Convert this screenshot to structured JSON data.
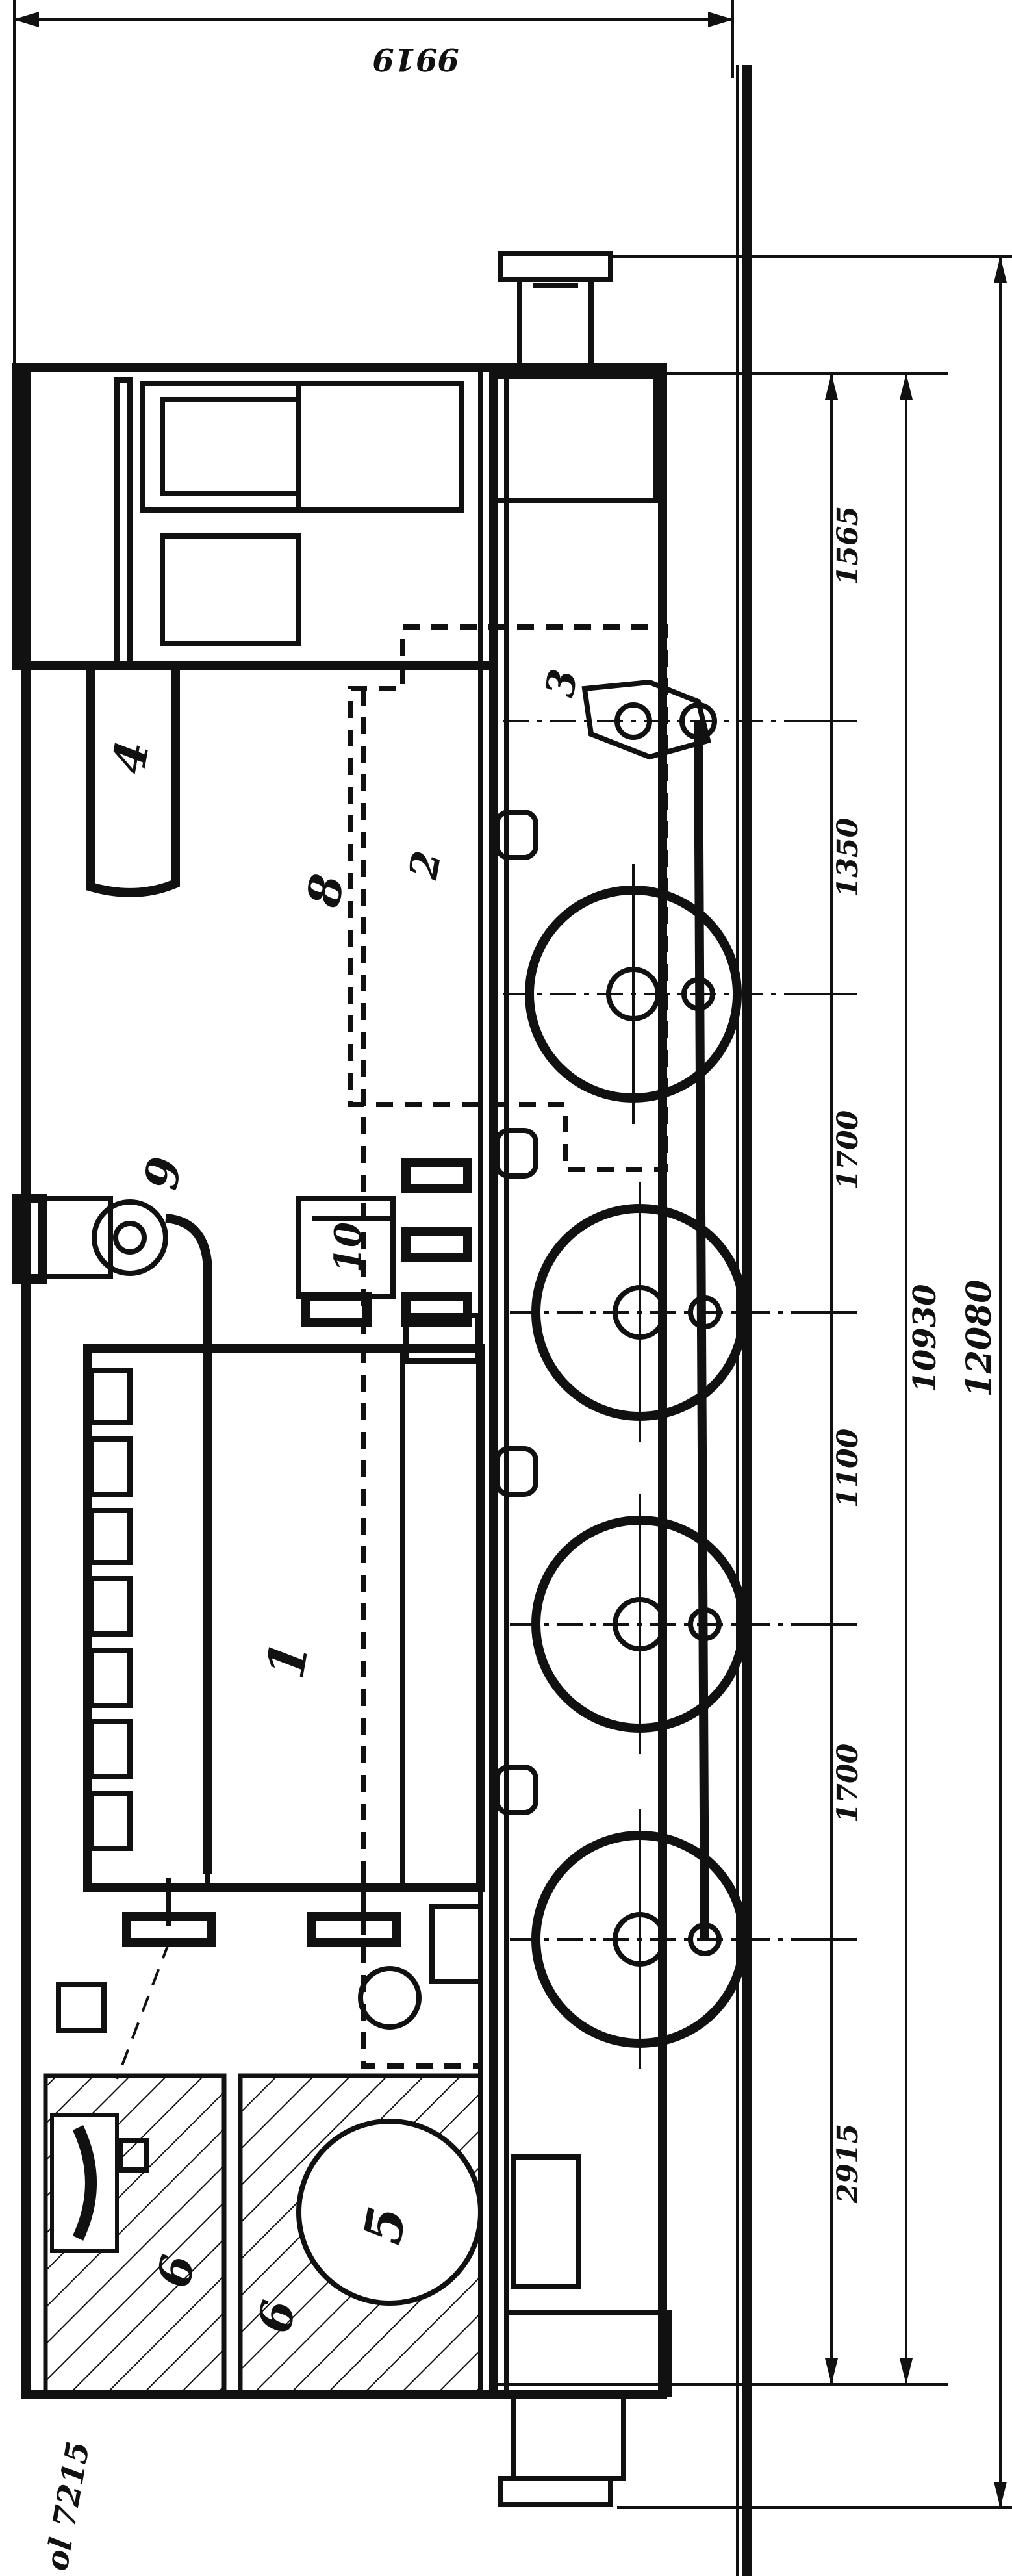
{
  "dimensions": {
    "overall_height": "9919",
    "total_length": "12080",
    "buffer_length": "10930",
    "seg_1565": "1565",
    "seg_1350": "1350",
    "seg_1700_a": "1700",
    "seg_1100": "1100",
    "seg_1700_b": "1700",
    "seg_2915": "2915"
  },
  "components": {
    "c1": "1",
    "c2": "2",
    "c3": "3",
    "c4": "4",
    "c5": "5",
    "c6a": "6",
    "c6b": "6",
    "c8": "8",
    "c9": "9",
    "c10": "10"
  },
  "corner_note": "ol 7215",
  "colors": {
    "ink": "#111111",
    "paper": "#ffffff"
  }
}
